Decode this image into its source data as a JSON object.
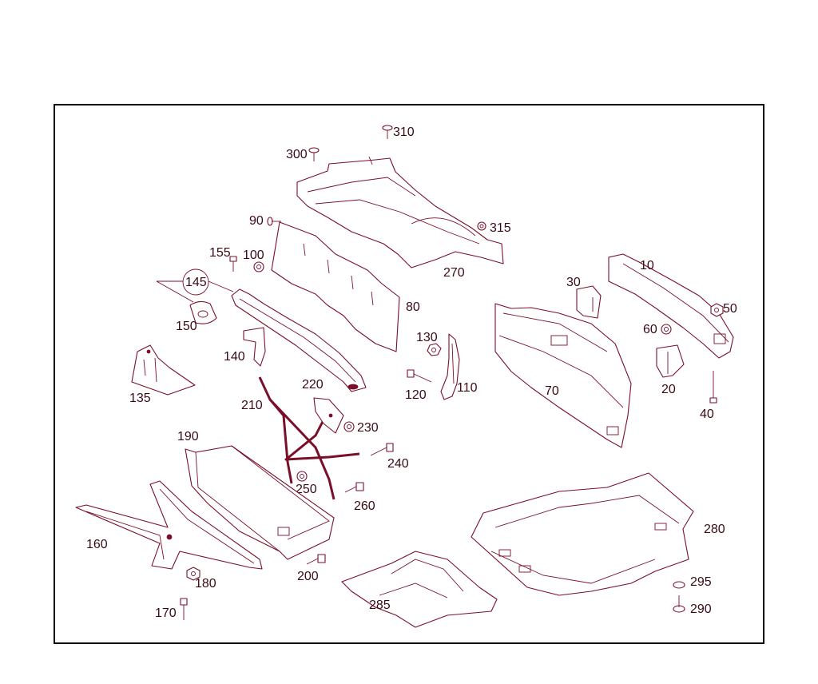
{
  "labels": {
    "p10": "10",
    "p20": "20",
    "p30": "30",
    "p40": "40",
    "p50": "50",
    "p60": "60",
    "p70": "70",
    "p80": "80",
    "p90": "90",
    "p100": "100",
    "p110": "110",
    "p120": "120",
    "p130": "130",
    "p135": "135",
    "p140": "140",
    "p145": "145",
    "p150": "150",
    "p155": "155",
    "p160": "160",
    "p170": "170",
    "p180": "180",
    "p190": "190",
    "p200": "200",
    "p210": "210",
    "p220": "220",
    "p230": "230",
    "p240": "240",
    "p250": "250",
    "p260": "260",
    "p270": "270",
    "p280": "280",
    "p285": "285",
    "p290": "290",
    "p295": "295",
    "p300": "300",
    "p310": "310",
    "p315": "315"
  }
}
